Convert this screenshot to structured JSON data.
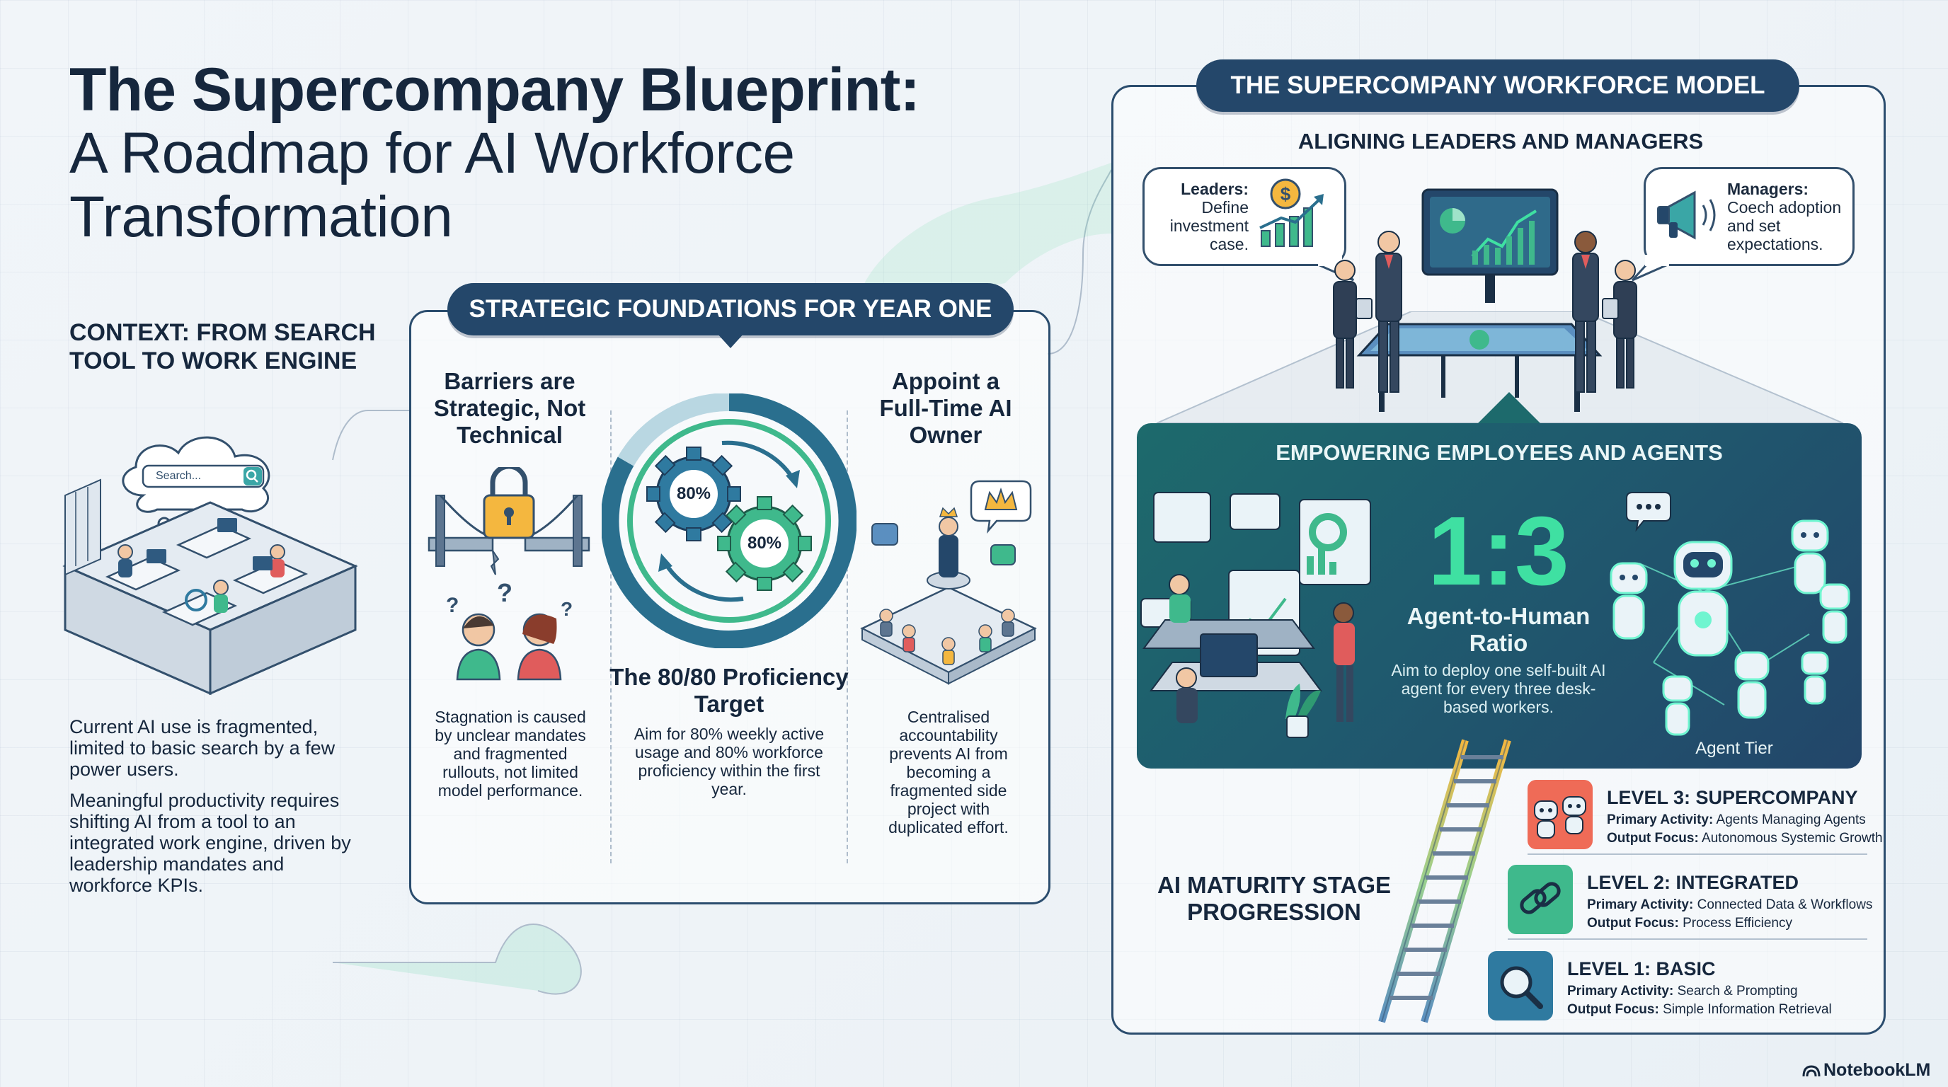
{
  "title": {
    "line1": "The Supercompany Blueprint:",
    "line2": "A Roadmap for AI Workforce Transformation"
  },
  "context": {
    "heading": "CONTEXT: FROM SEARCH TOOL TO WORK ENGINE",
    "search_placeholder": "Search...",
    "paragraph1": "Current AI use is fragmented, limited to basic search by a few power users.",
    "paragraph2": "Meaningful productivity requires shifting AI from a tool to an integrated work engine, driven by leadership mandates and workforce KPIs."
  },
  "strategic": {
    "header": "STRATEGIC FOUNDATIONS FOR YEAR ONE",
    "barriers": {
      "heading": "Barriers are Strategic, Not Technical",
      "text": "Stagnation is caused by unclear mandates and fragmented rullouts, not limited model performance."
    },
    "proficiency": {
      "gear1": "80%",
      "gear2": "80%",
      "heading": "The 80/80 Proficiency Target",
      "text": "Aim for 80% weekly active usage and 80% workforce proficiency within the first year."
    },
    "owner": {
      "heading": "Appoint a Full-Time AI Owner",
      "text": "Centralised accountability prevents AI from becoming a fragmented side project with duplicated effort."
    }
  },
  "workforce": {
    "header": "THE SUPERCOMPANY WORKFORCE MODEL",
    "aligning_heading": "ALIGNING LEADERS AND MANAGERS",
    "leaders": {
      "label": "Leaders:",
      "text": "Define investment case.",
      "icon": "dollar-growth-icon"
    },
    "managers": {
      "label": "Managers:",
      "text": "Coech adoption and set expectations.",
      "icon": "megaphone-icon"
    },
    "empowering_heading": "EMPOWERING EMPLOYEES AND AGENTS",
    "ratio": {
      "value": "1:3",
      "label": "Agent-to-Human Ratio",
      "text": "Aim to deploy one self-built AI agent for every three desk-based workers."
    },
    "agent_tier_label": "Agent Tier",
    "maturity_heading": "AI MATURITY STAGE PROGRESSION",
    "levels": [
      {
        "title": "LEVEL 3: SUPERCOMPANY",
        "activity_label": "Primary Activity:",
        "activity": "Agents Managing Agents",
        "output_label": "Output Focus:",
        "output": "Autonomous Systemic Growth",
        "icon": "robots-icon",
        "color": "#ef6b57"
      },
      {
        "title": "LEVEL 2: INTEGRATED",
        "activity_label": "Primary Activity:",
        "activity": "Connected Data & Workflows",
        "output_label": "Output Focus:",
        "output": "Process Efficiency",
        "icon": "chain-link-icon",
        "color": "#3fb98c"
      },
      {
        "title": "LEVEL 1: BASIC",
        "activity_label": "Primary Activity:",
        "activity": "Search & Prompting",
        "output_label": "Output Focus:",
        "output": "Simple Information Retrieval",
        "icon": "magnifier-icon",
        "color": "#2f7aa0"
      }
    ]
  },
  "brand": {
    "logo_text": "NotebookLM"
  },
  "colors": {
    "navy": "#24476a",
    "teal_panel": "#1d6a6c",
    "ratio_green": "#3fe0a2"
  }
}
